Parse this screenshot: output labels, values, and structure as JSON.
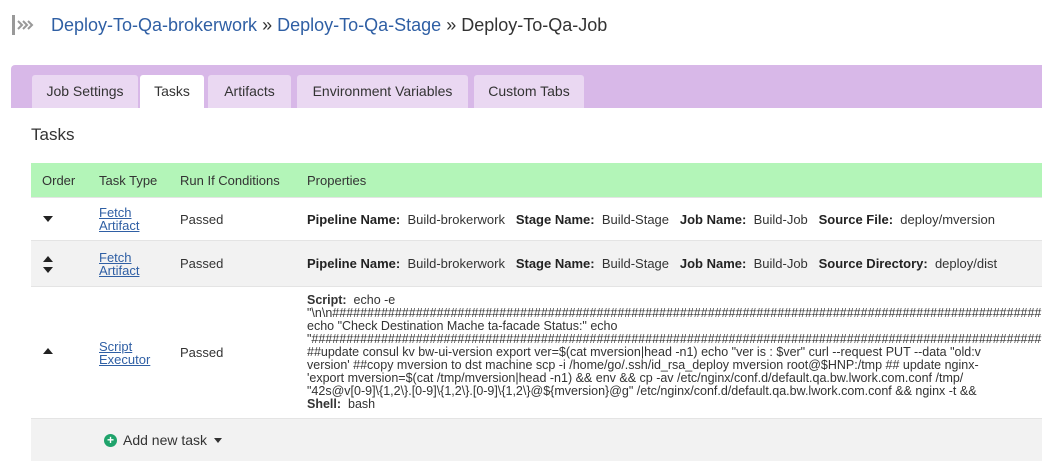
{
  "breadcrumb": {
    "pipeline": "Deploy-To-Qa-brokerwork",
    "stage": "Deploy-To-Qa-Stage",
    "job": "Deploy-To-Qa-Job",
    "separator": "»"
  },
  "tabs": [
    "Job Settings",
    "Tasks",
    "Artifacts",
    "Environment Variables",
    "Custom Tabs"
  ],
  "active_tab": "Tasks",
  "section_title": "Tasks",
  "table": {
    "headers": [
      "Order",
      "Task Type",
      "Run If Conditions",
      "Properties"
    ],
    "rows": [
      {
        "task_type_line1": "Fetch",
        "task_type_line2": "Artifact",
        "run_if": "Passed",
        "props": [
          {
            "label": "Pipeline Name:",
            "value": "Build-brokerwork"
          },
          {
            "label": "Stage Name:",
            "value": "Build-Stage"
          },
          {
            "label": "Job Name:",
            "value": "Build-Job"
          },
          {
            "label": "Source File:",
            "value": "deploy/mversion"
          }
        ]
      },
      {
        "task_type_line1": "Fetch",
        "task_type_line2": "Artifact",
        "run_if": "Passed",
        "props": [
          {
            "label": "Pipeline Name:",
            "value": "Build-brokerwork"
          },
          {
            "label": "Stage Name:",
            "value": "Build-Stage"
          },
          {
            "label": "Job Name:",
            "value": "Build-Job"
          },
          {
            "label": "Source Directory:",
            "value": "deploy/dist"
          }
        ]
      },
      {
        "task_type_line1": "Script",
        "task_type_line2": "Executor",
        "run_if": "Passed",
        "script_label": "Script:",
        "script_first": "echo -e",
        "script_lines": [
          "\"\\n\\n######################################################################################################",
          "echo \"Check Destination Mache ta-facade Status:\" echo",
          "\"#########################################################################################################",
          "##update consul kv bw-ui-version export ver=$(cat mversion|head -n1) echo \"ver is : $ver\" curl --request PUT --data \"old:v",
          "version' ##copy mversion to dst machine scp -i /home/go/.ssh/id_rsa_deploy mversion root@$HNP:/tmp ## update nginx-",
          "'export mversion=$(cat /tmp/mversion|head -n1) && env && cp -av /etc/nginx/conf.d/default.qa.bw.lwork.com.conf /tmp/",
          "\"42s@v[0-9]\\{1,2\\}.[0-9]\\{1,2\\}.[0-9]\\{1,2\\}@${mversion}@g\" /etc/nginx/conf.d/default.qa.bw.lwork.com.conf && nginx -t &&"
        ],
        "shell_label": "Shell:",
        "shell_value": "bash"
      }
    ]
  },
  "add_task_label": "Add new task",
  "colors": {
    "link": "#2f5fa4",
    "tab_strip": "#d8b8e8",
    "table_header": "#b3f5b8",
    "add_icon": "#1fa36b"
  }
}
